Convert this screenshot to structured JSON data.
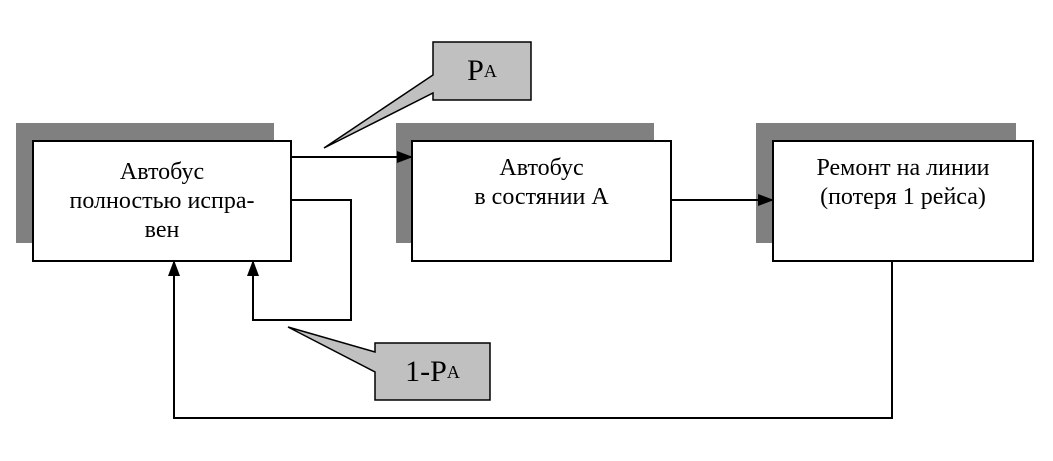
{
  "boxes": {
    "box1": {
      "lines": [
        "Автобус",
        "полностью испра-",
        "вен"
      ]
    },
    "box2": {
      "lines": [
        "Автобус",
        "в состянии А"
      ]
    },
    "box3": {
      "lines": [
        "Ремонт на линии",
        "(потеря 1 рейса)"
      ]
    }
  },
  "callouts": {
    "pa": {
      "main": "P",
      "sub": "A"
    },
    "one_minus_pa": {
      "main": "1-P",
      "sub": "A"
    }
  },
  "colors": {
    "shadow": "#808080",
    "callout_fill": "#c0c0c0",
    "line": "#000000"
  }
}
